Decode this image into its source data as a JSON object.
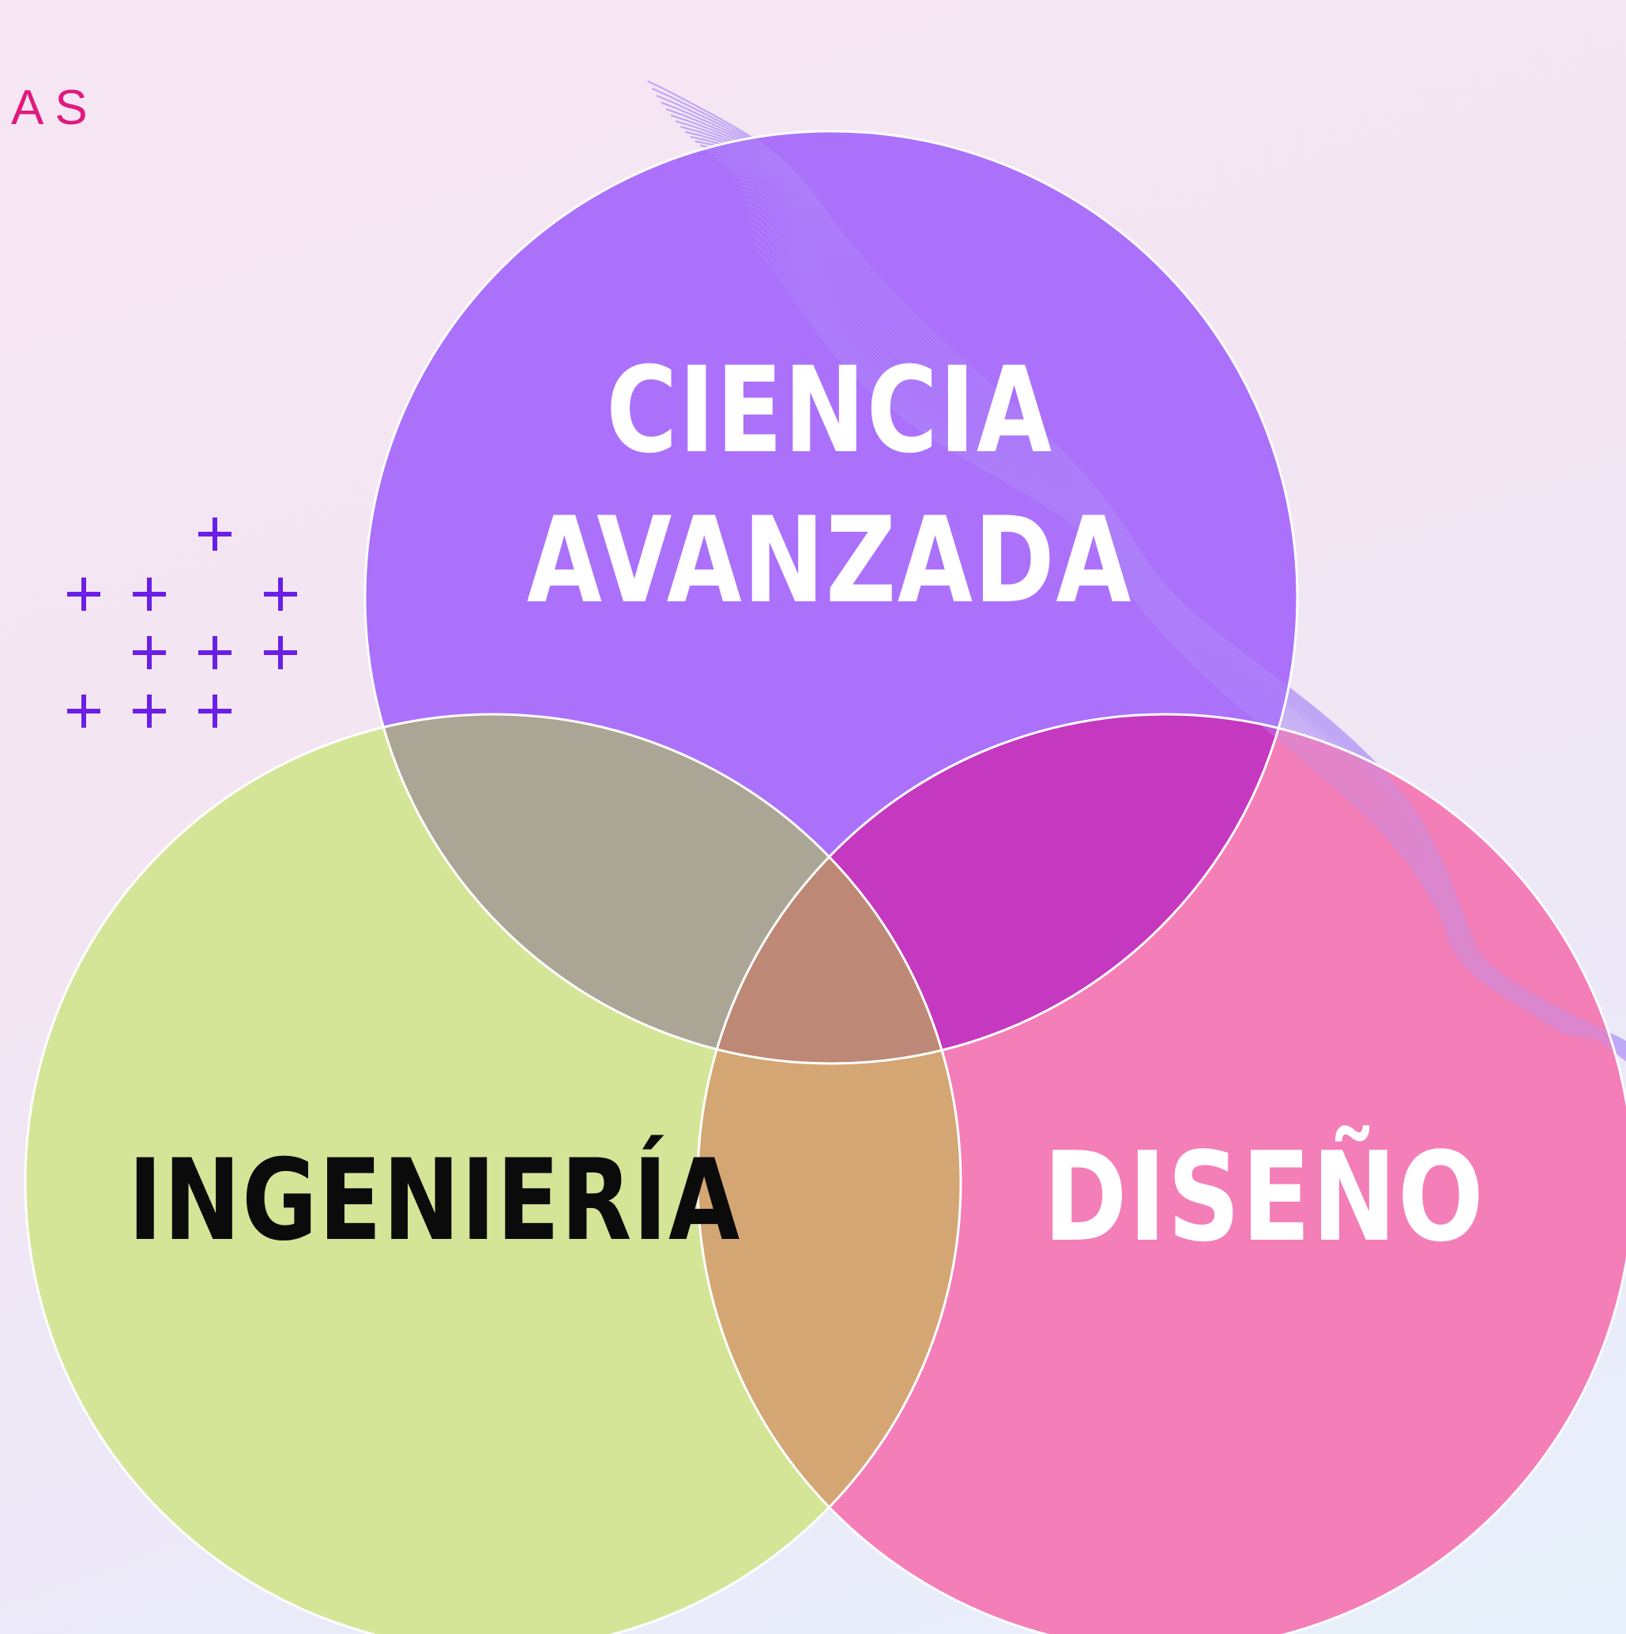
{
  "brand": {
    "logo": "AS",
    "color": "#e0197d"
  },
  "circles": [
    {
      "id": "ciencia",
      "label": "CIENCIA AVANZADA",
      "fill": "#a86cfb",
      "text_color": "#ffffff"
    },
    {
      "id": "ingenieria",
      "label": "INGENIERÍA",
      "fill": "#d4e494",
      "text_color": "#0b0b0b"
    },
    {
      "id": "diseno",
      "label": "DISEÑO",
      "fill": "#f47ab6",
      "text_color": "#ffffff"
    }
  ],
  "overlaps": {
    "ciencia_ingenieria": "#aba595",
    "ciencia_diseno": "#c538c0",
    "ingenieria_diseno": "#d4a673",
    "center": "#bd8875"
  },
  "decoration": {
    "plus_color": "#6a1fe6",
    "wave_color": "#b79cf7"
  }
}
